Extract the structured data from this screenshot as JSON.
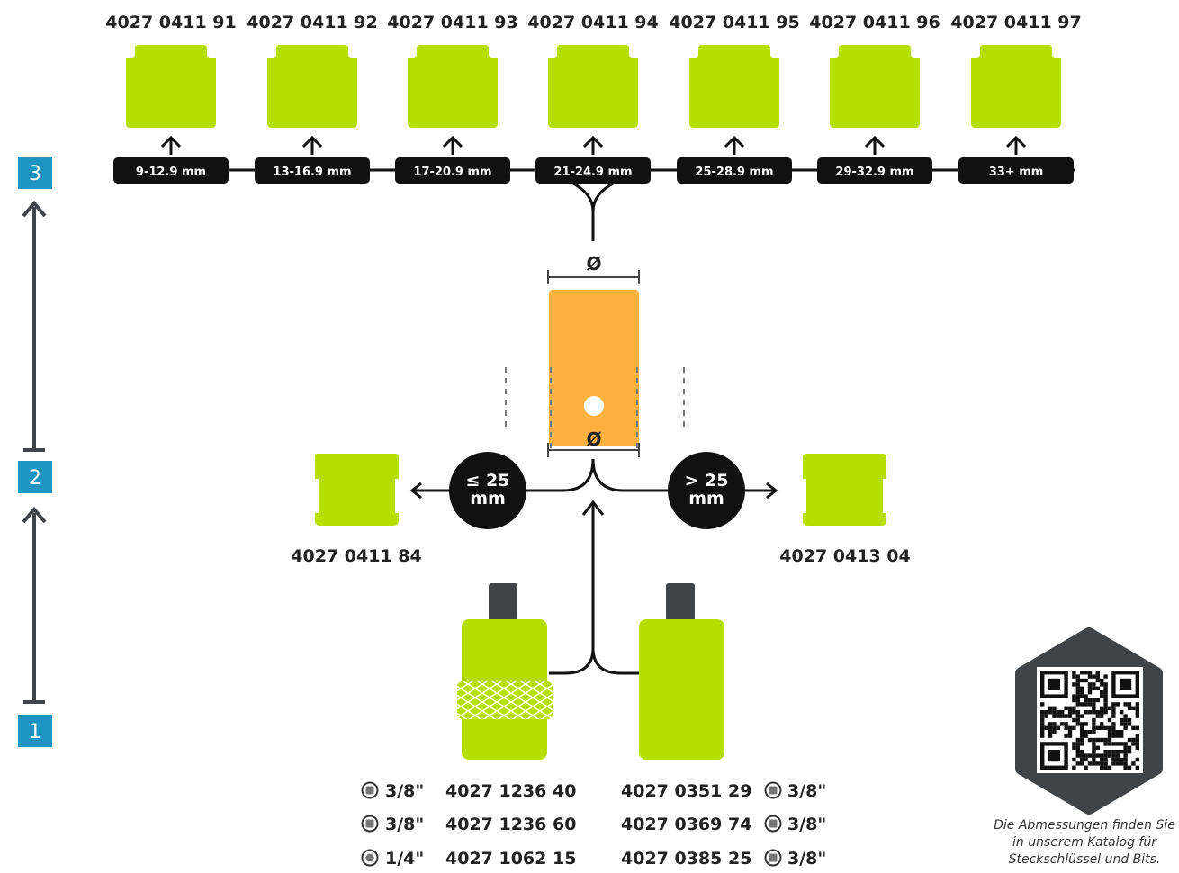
{
  "colors": {
    "lime": "#b5df00",
    "orange": "#fbb040",
    "black": "#111111",
    "dark_gray": "#404448",
    "step_blue": "#1d94c2"
  },
  "steps": [
    "3",
    "2",
    "1"
  ],
  "top_sockets": [
    {
      "code": "4027 0411 91",
      "range": "9-12.9 mm"
    },
    {
      "code": "4027 0411 92",
      "range": "13-16.9 mm"
    },
    {
      "code": "4027 0411 93",
      "range": "17-20.9 mm"
    },
    {
      "code": "4027 0411 94",
      "range": "21-24.9 mm"
    },
    {
      "code": "4027 0411 95",
      "range": "25-28.9 mm"
    },
    {
      "code": "4027 0411 96",
      "range": "29-32.9 mm"
    },
    {
      "code": "4027 0411 97",
      "range": "33+ mm"
    }
  ],
  "measure": {
    "diameter_symbol_top": "Ø",
    "diameter_symbol_bottom": "Ø"
  },
  "branches": {
    "left": {
      "label_line1": "≤ 25",
      "label_line2": "mm",
      "code": "4027 0411 84"
    },
    "right": {
      "label_line1": "> 25",
      "label_line2": "mm",
      "code": "4027 0413 04"
    }
  },
  "bottom_left": [
    {
      "icon": "square-drive-icon",
      "size": "3/8\"",
      "code": "4027 1236 40"
    },
    {
      "icon": "square-drive-icon",
      "size": "3/8\"",
      "code": "4027 1236 60"
    },
    {
      "icon": "hex-drive-icon",
      "size": "1/4\"",
      "code": "4027 1062 15"
    }
  ],
  "bottom_right": [
    {
      "icon": "square-drive-icon",
      "size": "3/8\"",
      "code": "4027 0351 29"
    },
    {
      "icon": "square-drive-icon",
      "size": "3/8\"",
      "code": "4027 0369 74"
    },
    {
      "icon": "square-drive-icon",
      "size": "3/8\"",
      "code": "4027 0385 25"
    }
  ],
  "qr_caption": "Die Abmessungen finden Sie in unserem Katalog für Steckschlüssel und Bits."
}
